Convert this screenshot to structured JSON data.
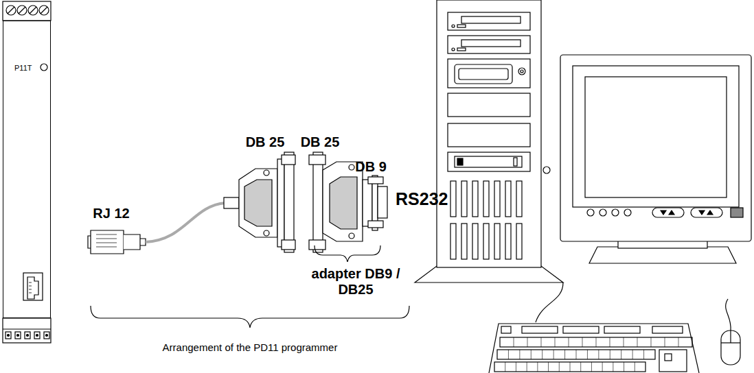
{
  "diagram": {
    "nodes": [
      {
        "text": [
          "P11T"
        ]
      }
    ],
    "labels": [
      "RJ 12",
      "DB 25",
      "DB 25",
      "DB 9",
      "RS232",
      "adapter DB9 / DB25",
      "Arrangement of the PD11 programmer"
    ]
  }
}
